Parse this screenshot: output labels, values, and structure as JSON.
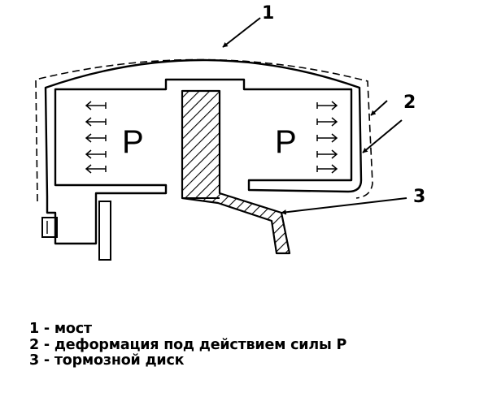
{
  "diagram": {
    "callouts": [
      "1",
      "2",
      "3"
    ],
    "pressure_label": "P"
  },
  "legend": [
    "1 - мост",
    "2 - деформация под действием силы Р",
    "3 - тормозной диск"
  ]
}
